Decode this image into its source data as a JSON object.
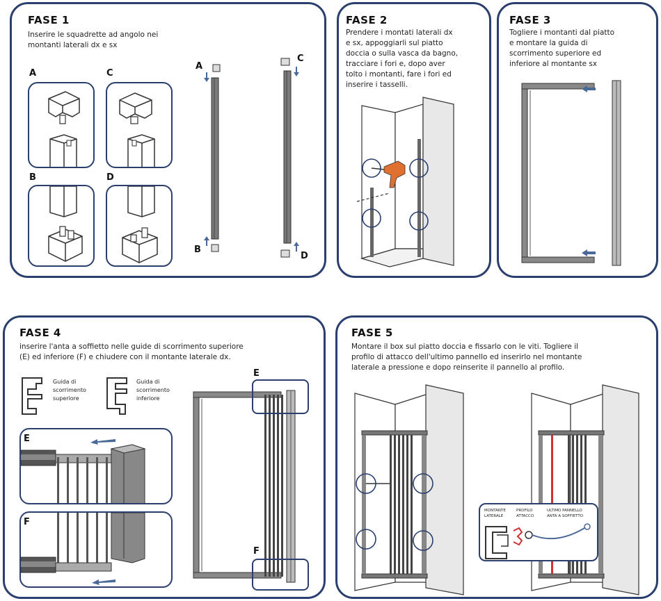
{
  "colors": {
    "border": "#2b3f6e",
    "arrow": "#4a6898",
    "drill": "#e07030",
    "red": "#d03030"
  },
  "fase1": {
    "title": "FASE 1",
    "text_lines": [
      "Inserire le squadrette ad angolo nei",
      "montanti laterali dx e sx"
    ],
    "labels": {
      "a": "A",
      "b": "B",
      "c": "C",
      "d": "D"
    }
  },
  "fase2": {
    "title": "FASE 2",
    "text_lines": [
      "Prendere i montati laterali dx",
      "e sx, appoggiarli sul piatto",
      "doccia o sulla vasca da bagno,",
      "tracciare i fori e, dopo aver",
      "tolto i montanti, fare i fori ed",
      "inserire i tasselli."
    ]
  },
  "fase3": {
    "title": "FASE 3",
    "text_lines": [
      "Togliere i montanti dal piatto",
      "e montare la guida di",
      "scorrimento superiore ed",
      "inferiore al montante sx"
    ]
  },
  "fase4": {
    "title": "FASE 4",
    "text_lines": [
      "inserire l'anta a soffietto nelle guide di scorrimento superiore",
      "(E) ed inferiore (F) e chiudere con il montante laterale dx."
    ],
    "guide_top_lines": [
      "Guida di",
      "scorrimento",
      "superiore"
    ],
    "guide_bottom_lines": [
      "Guida di",
      "scorrimento",
      "inferiore"
    ],
    "labels": {
      "e": "E",
      "f": "F"
    }
  },
  "fase5": {
    "title": "FASE 5",
    "text_lines": [
      "Montare il box sul piatto doccia e fissarlo con le viti. Togliere il",
      "profilo di attacco dell'ultimo pannello ed inserirlo nel montante",
      "laterale a pressione e dopo reinserite il pannello al profilo."
    ],
    "inset": {
      "montante_lines": [
        "MONTANTE",
        "LATERALE"
      ],
      "profilo_lines": [
        "PROFILO",
        "ATTACCO"
      ],
      "ultimo_lines": [
        "ULTIMO PANNELLO",
        "ANTA A SOFFIETTO"
      ]
    }
  }
}
